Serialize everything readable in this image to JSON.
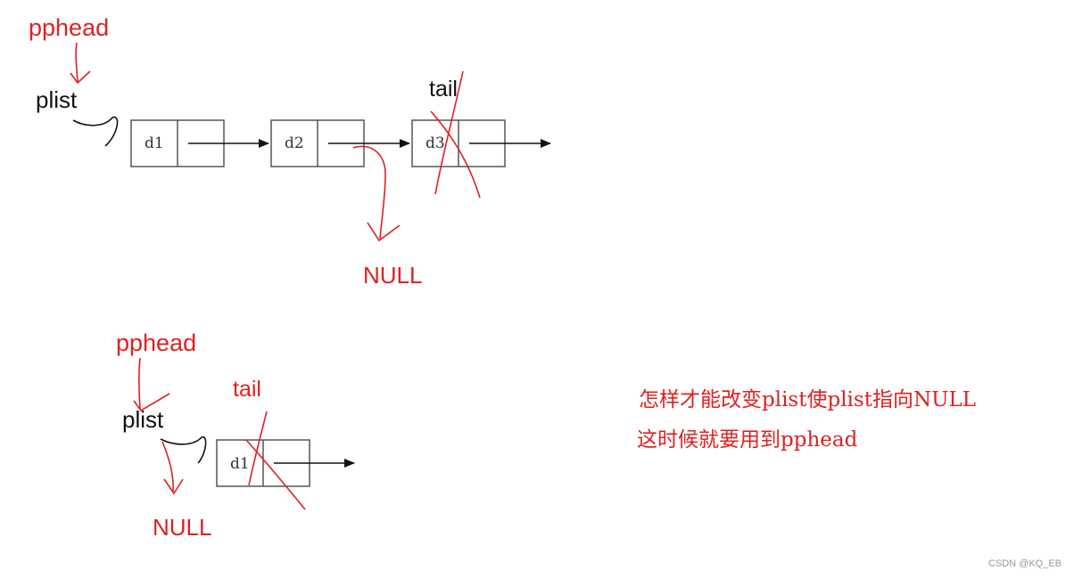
{
  "colors": {
    "red": "#e02020",
    "black": "#111111",
    "box": "#555555"
  },
  "top": {
    "pphead_label": "pphead",
    "plist_label": "plist",
    "tail_label": "tail",
    "null_label": "NULL",
    "nodes": [
      "d1",
      "d2",
      "d3"
    ]
  },
  "bottom": {
    "pphead_label": "pphead",
    "plist_label": "plist",
    "tail_label": "tail",
    "null_label": "NULL",
    "nodes": [
      "d1"
    ]
  },
  "note": {
    "line1": "怎样才能改变plist使plist指向NULL",
    "line2": "这时候就要用到pphead"
  },
  "watermark": "CSDN @KQ_EB"
}
